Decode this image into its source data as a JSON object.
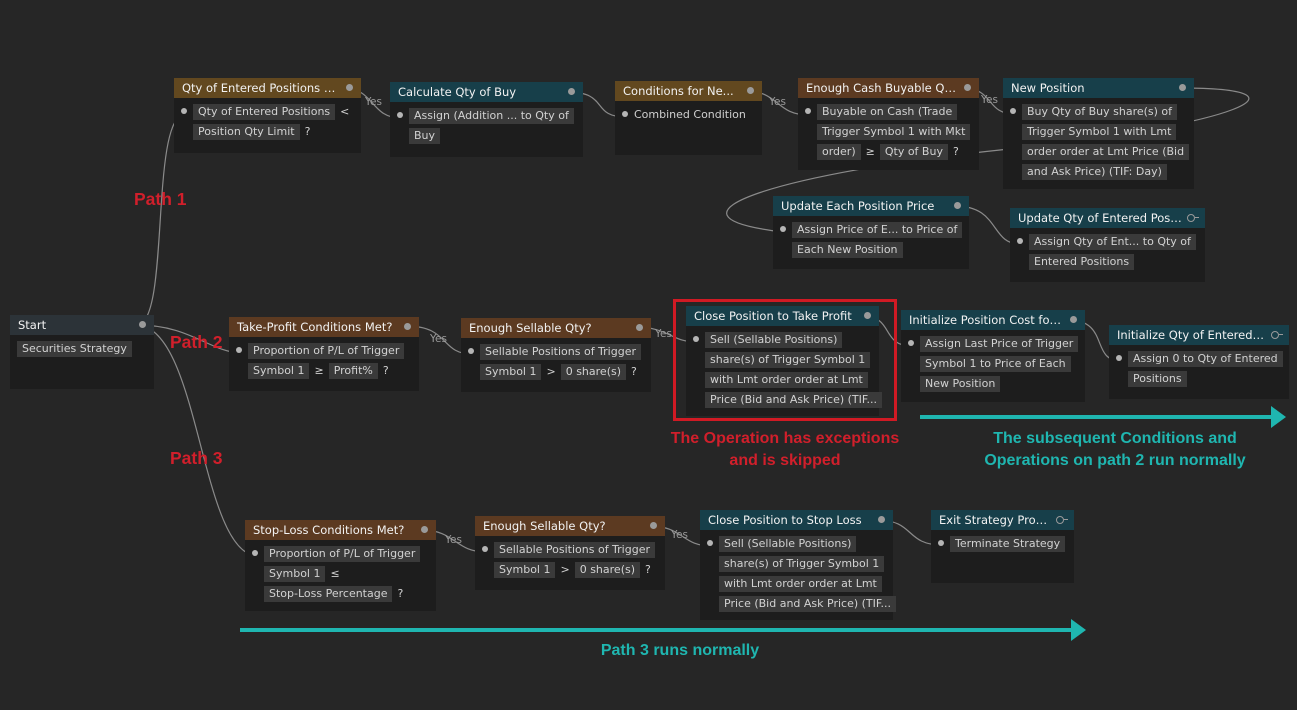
{
  "nodes": {
    "start": {
      "title": "Start",
      "lines": [
        [
          {
            "t": "chip",
            "v": "Securities Strategy"
          }
        ]
      ]
    },
    "qty_entered": {
      "title": "Qty of Entered Positions L...",
      "lines": [
        [
          {
            "t": "chip",
            "v": "Qty of Entered Positions"
          },
          {
            "t": "sym",
            "v": "<"
          }
        ],
        [
          {
            "t": "chip",
            "v": "Position Qty Limit"
          },
          {
            "t": "sym",
            "v": "?"
          }
        ]
      ]
    },
    "calc_qty": {
      "title": "Calculate Qty of Buy",
      "lines": [
        [
          {
            "t": "chip",
            "v": "Assign (Addition ...  to Qty of"
          }
        ],
        [
          {
            "t": "chip",
            "v": "Buy"
          }
        ]
      ]
    },
    "cond_new": {
      "title": "Conditions for Ne...",
      "lines": [
        [
          {
            "t": "plain",
            "v": "Combined Condition"
          }
        ]
      ]
    },
    "enough_cash": {
      "title": "Enough Cash Buyable Qty?",
      "lines": [
        [
          {
            "t": "chip",
            "v": "Buyable on Cash (Trade"
          }
        ],
        [
          {
            "t": "chip",
            "v": "Trigger Symbol 1 with Mkt"
          }
        ],
        [
          {
            "t": "chip",
            "v": "order)"
          },
          {
            "t": "sym",
            "v": "≥"
          },
          {
            "t": "chip",
            "v": "Qty of Buy"
          },
          {
            "t": "sym",
            "v": "?"
          }
        ]
      ]
    },
    "new_position": {
      "title": "New Position",
      "lines": [
        [
          {
            "t": "chip",
            "v": "Buy Qty of Buy share(s) of"
          }
        ],
        [
          {
            "t": "chip",
            "v": "Trigger Symbol 1 with Lmt"
          }
        ],
        [
          {
            "t": "chip",
            "v": "order order at Lmt Price (Bid"
          }
        ],
        [
          {
            "t": "chip",
            "v": "and Ask Price) (TIF: Day)"
          }
        ]
      ]
    },
    "update_price": {
      "title": "Update Each Position Price",
      "lines": [
        [
          {
            "t": "chip",
            "v": "Assign Price of E...  to Price of"
          }
        ],
        [
          {
            "t": "chip",
            "v": "Each New Position"
          }
        ]
      ]
    },
    "update_qty": {
      "title": "Update Qty of Entered Posi...",
      "lines": [
        [
          {
            "t": "chip",
            "v": "Assign Qty of Ent...  to Qty of"
          }
        ],
        [
          {
            "t": "chip",
            "v": "Entered Positions"
          }
        ]
      ]
    },
    "tp_cond": {
      "title": "Take-Profit Conditions Met?",
      "lines": [
        [
          {
            "t": "chip",
            "v": "Proportion of  P/L of Trigger"
          }
        ],
        [
          {
            "t": "chip",
            "v": "Symbol 1"
          },
          {
            "t": "sym",
            "v": "≥"
          },
          {
            "t": "chip",
            "v": "Profit%"
          },
          {
            "t": "sym",
            "v": "?"
          }
        ]
      ]
    },
    "sellable_2": {
      "title": "Enough Sellable Qty?",
      "lines": [
        [
          {
            "t": "chip",
            "v": "Sellable Positions of Trigger"
          }
        ],
        [
          {
            "t": "chip",
            "v": "Symbol 1"
          },
          {
            "t": "sym",
            "v": ">"
          },
          {
            "t": "chip",
            "v": "0 share(s)"
          },
          {
            "t": "sym",
            "v": "?"
          }
        ]
      ]
    },
    "close_tp": {
      "title": "Close Position to Take Profit",
      "lines": [
        [
          {
            "t": "chip",
            "v": "Sell (Sellable Positions)"
          }
        ],
        [
          {
            "t": "chip",
            "v": "share(s) of Trigger Symbol 1"
          }
        ],
        [
          {
            "t": "chip",
            "v": "with Lmt order order at Lmt"
          }
        ],
        [
          {
            "t": "chip",
            "v": "Price (Bid and Ask Price) (TIF..."
          }
        ]
      ]
    },
    "init_cost": {
      "title": "Initialize Position Cost for ...",
      "lines": [
        [
          {
            "t": "chip",
            "v": "Assign Last Price of Trigger"
          }
        ],
        [
          {
            "t": "chip",
            "v": "Symbol 1 to Price of Each"
          }
        ],
        [
          {
            "t": "chip",
            "v": "New Position"
          }
        ]
      ]
    },
    "init_qty": {
      "title": "Initialize Qty of Entered ...",
      "lines": [
        [
          {
            "t": "chip",
            "v": "Assign 0 to Qty of Entered"
          }
        ],
        [
          {
            "t": "chip",
            "v": "Positions"
          }
        ]
      ]
    },
    "sl_cond": {
      "title": "Stop-Loss Conditions Met?",
      "lines": [
        [
          {
            "t": "chip",
            "v": "Proportion of  P/L of Trigger"
          }
        ],
        [
          {
            "t": "chip",
            "v": "Symbol 1"
          },
          {
            "t": "sym",
            "v": "≤"
          }
        ],
        [
          {
            "t": "chip",
            "v": "Stop-Loss Percentage"
          },
          {
            "t": "sym",
            "v": "?"
          }
        ]
      ]
    },
    "sellable_3": {
      "title": "Enough Sellable Qty?",
      "lines": [
        [
          {
            "t": "chip",
            "v": "Sellable Positions of Trigger"
          }
        ],
        [
          {
            "t": "chip",
            "v": "Symbol 1"
          },
          {
            "t": "sym",
            "v": ">"
          },
          {
            "t": "chip",
            "v": "0 share(s)"
          },
          {
            "t": "sym",
            "v": "?"
          }
        ]
      ]
    },
    "close_sl": {
      "title": "Close Position to Stop Loss",
      "lines": [
        [
          {
            "t": "chip",
            "v": "Sell (Sellable Positions)"
          }
        ],
        [
          {
            "t": "chip",
            "v": "share(s) of Trigger Symbol 1"
          }
        ],
        [
          {
            "t": "chip",
            "v": "with Lmt order order at Lmt"
          }
        ],
        [
          {
            "t": "chip",
            "v": "Price (Bid and Ask Price) (TIF..."
          }
        ]
      ]
    },
    "exit": {
      "title": "Exit Strategy Prog...",
      "lines": [
        [
          {
            "t": "chip",
            "v": "Terminate Strategy"
          }
        ]
      ]
    }
  },
  "yes_label": "Yes",
  "paths": {
    "p1": "Path 1",
    "p2": "Path 2",
    "p3": "Path 3"
  },
  "annotations": {
    "exception_line1": "The Operation has exceptions",
    "exception_line2": "and is skipped",
    "subsequent_line1": "The subsequent Conditions and",
    "subsequent_line2": "Operations on path 2 run normally",
    "path3_normal": "Path 3 runs normally"
  },
  "colors": {
    "background": "#262626",
    "condition_header": "#62481f",
    "operation_header": "#173f4a",
    "highlight": "#d01a24",
    "annotation_red": "#d11f2b",
    "annotation_teal": "#1fb6b0"
  }
}
